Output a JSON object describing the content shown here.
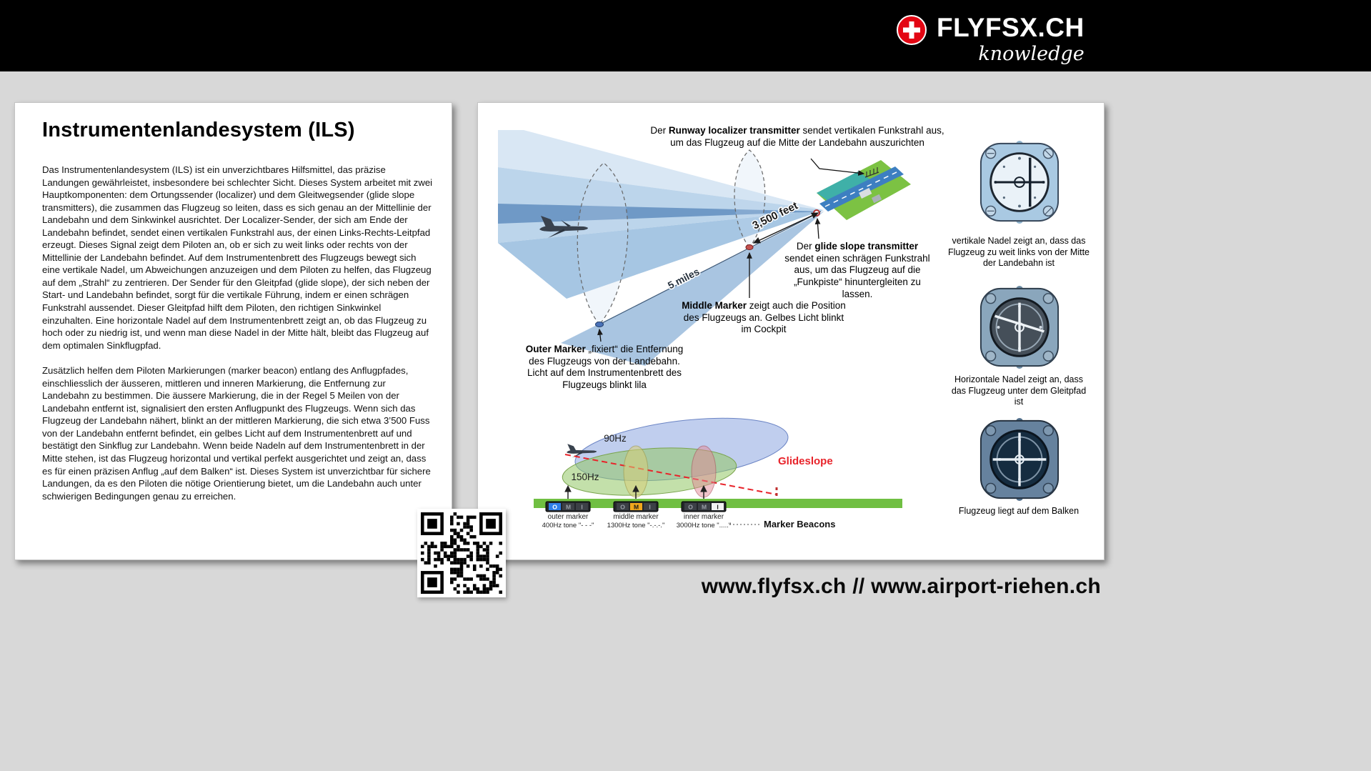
{
  "header": {
    "brand": "FLYFSX.CH",
    "tagline": "knowledge",
    "logo_icon": "swiss-cross-icon",
    "swiss_red": "#e30613"
  },
  "article": {
    "title": "Instrumentenlandesystem (ILS)",
    "p1": "Das Instrumentenlandesystem (ILS) ist ein unverzichtbares Hilfsmittel, das präzise Landungen gewährleistet, insbesondere bei schlechter Sicht. Dieses System arbeitet mit zwei Hauptkomponenten: dem Ortungssender (localizer) und dem Gleitwegsender (glide slope transmitters), die zusammen das Flugzeug so leiten, dass es sich genau an der Mittellinie der Landebahn und dem Sinkwinkel ausrichtet. Der Localizer-Sender, der sich am Ende der Landebahn befindet, sendet einen vertikalen Funkstrahl aus, der einen Links-Rechts-Leitpfad erzeugt. Dieses Signal zeigt dem Piloten an, ob er sich zu weit links oder rechts von der Mittellinie der Landebahn befindet. Auf dem Instrumentenbrett des Flugzeugs bewegt sich eine vertikale Nadel, um Abweichungen anzuzeigen und dem Piloten zu helfen, das Flugzeug auf dem „Strahl“ zu zentrieren. Der Sender für den Gleitpfad (glide slope), der sich neben der Start- und Landebahn befindet, sorgt für die vertikale Führung, indem er einen schrägen Funkstrahl aussendet. Dieser Gleitpfad hilft dem Piloten, den richtigen Sinkwinkel einzuhalten. Eine horizontale Nadel auf dem Instrumentenbrett zeigt an, ob das Flugzeug zu hoch oder zu niedrig ist, und wenn man diese Nadel in der Mitte hält, bleibt das Flugzeug auf dem optimalen Sinkflugpfad.",
    "p2": "Zusätzlich helfen dem Piloten Markierungen (marker beacon) entlang des Anflugpfades, einschliesslich der äusseren, mittleren und inneren Markierung, die Entfernung zur Landebahn zu bestimmen. Die äussere Markierung, die in der Regel 5 Meilen von der Landebahn entfernt ist, signalisiert den ersten Anflugpunkt des Flugzeugs. Wenn sich das Flugzeug der Landebahn nähert, blinkt an der mittleren Markierung, die sich etwa 3’500 Fuss von der Landebahn entfernt befindet, ein gelbes Licht auf dem Instrumentenbrett auf und bestätigt den Sinkflug zur Landebahn. Wenn beide Nadeln auf dem Instrumentenbrett in der Mitte stehen, ist das Flugzeug horizontal und vertikal perfekt ausgerichtet und zeigt an, dass es für einen präzisen Anflug „auf dem Balken“ ist. Dieses System ist unverzichtbar für sichere Landungen, da es den Piloten die nötige Orientierung bietet, um die Landebahn auch unter schwierigen Bedingungen genau zu erreichen."
  },
  "diagram": {
    "annotations": {
      "localizer": {
        "pre": "Der ",
        "bold": "Runway localizer transmitter",
        "rest": " sendet vertikalen Funkstrahl aus, um das Flugzeug auf die Mitte der Landebahn auszurichten"
      },
      "glideslope": {
        "pre": "Der ",
        "bold": "glide slope transmitter",
        "rest": " sendet einen schrägen Funkstrahl aus, um das Flugzeug auf die „Funkpiste“ hinuntergleiten zu lassen."
      },
      "middle_marker": {
        "pre": "",
        "bold": "Middle Marker",
        "rest": " zeigt auch die Position des Flugzeugs an. Gelbes Licht blinkt im Cockpit"
      },
      "outer_marker": {
        "pre": "",
        "bold": "Outer Marker",
        "rest": " „fixiert“ die Entfernung des Flugzeugs von der Landebahn. Licht auf dem Instrumentenbrett des Flugzeugs blinkt lila"
      }
    },
    "distances": {
      "feet": "3,500 feet",
      "miles": "5 miles"
    },
    "frequencies": {
      "upper": "90Hz",
      "lower": "150Hz"
    },
    "glideslope_label": "Glideslope",
    "marker_beacons_label": "Marker Beacons",
    "beacon_letters": [
      "O",
      "M",
      "I"
    ],
    "beacons": [
      {
        "name": "outer marker",
        "tone": "400Hz tone \"- - -\""
      },
      {
        "name": "middle marker",
        "tone": "1300Hz tone \"-.-.-.\""
      },
      {
        "name": "inner marker",
        "tone": "3000Hz tone \".....\""
      }
    ]
  },
  "instruments": [
    {
      "caption": "vertikale Nadel zeigt an, dass das Flugzeug zu weit links von der Mitte der Landebahn ist"
    },
    {
      "caption": "Horizontale Nadel zeigt an, dass das Flugzeug unter dem Gleitpfad ist"
    },
    {
      "caption": "Flugzeug liegt auf dem Balken"
    }
  ],
  "footer": {
    "links": "www.flyfsx.ch  //  www.airport-riehen.ch"
  },
  "colors": {
    "glideslope_red": "#e8232a",
    "runway_green": "#72c043",
    "beam_blue": "#a6c6e3"
  }
}
